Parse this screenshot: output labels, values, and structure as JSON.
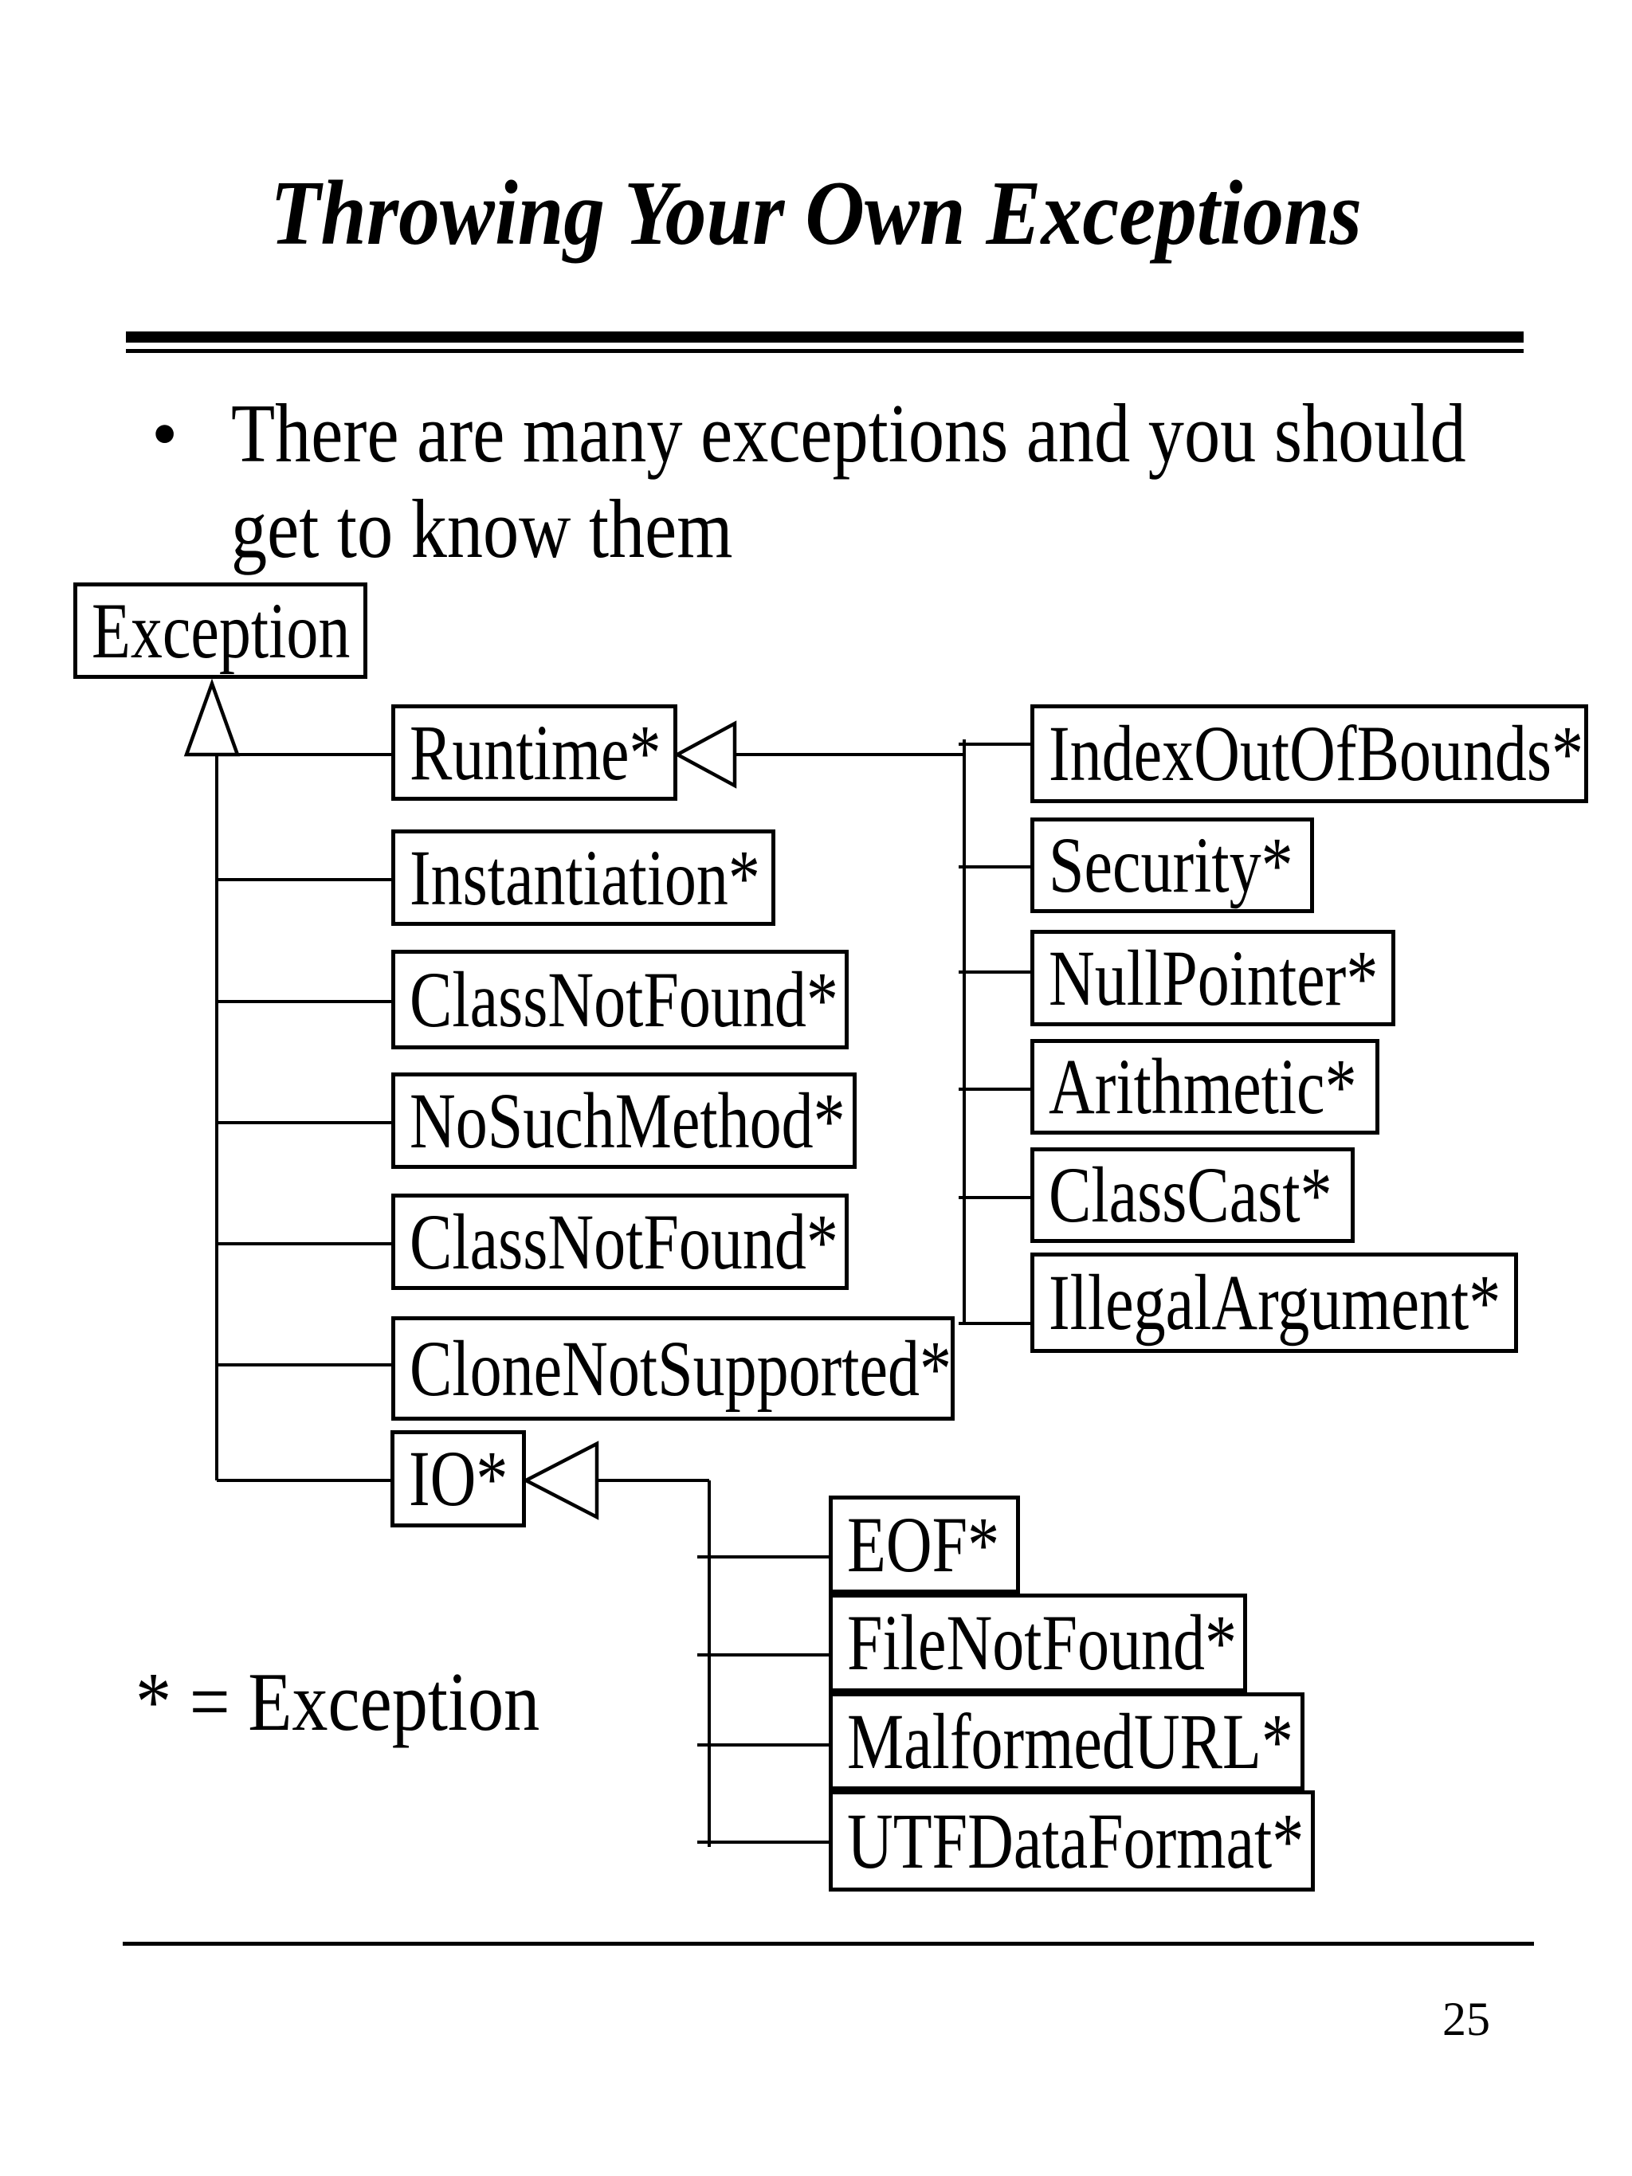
{
  "slide": {
    "title": "Throwing Your Own Exceptions",
    "bullet": {
      "marker": "•",
      "line1": "There are many exceptions and you should",
      "line2": "get to know them"
    },
    "legend": "* = Exception",
    "page_number": "25"
  },
  "colors": {
    "ink": "#000000",
    "paper": "#ffffff"
  },
  "diagram": {
    "nodes": [
      {
        "id": "exception",
        "label": "Exception"
      },
      {
        "id": "runtime",
        "label": "Runtime*"
      },
      {
        "id": "instantiation",
        "label": "Instantiation*"
      },
      {
        "id": "classnotfound-1",
        "label": "ClassNotFound*"
      },
      {
        "id": "nosuchmethod",
        "label": "NoSuchMethod*"
      },
      {
        "id": "classnotfound-2",
        "label": "ClassNotFound*"
      },
      {
        "id": "clonenotsupported",
        "label": "CloneNotSupported*"
      },
      {
        "id": "io",
        "label": "IO*"
      },
      {
        "id": "indexoutofbounds",
        "label": "IndexOutOfBounds*"
      },
      {
        "id": "security",
        "label": "Security*"
      },
      {
        "id": "nullpointer",
        "label": "NullPointer*"
      },
      {
        "id": "arithmetic",
        "label": "Arithmetic*"
      },
      {
        "id": "classcast",
        "label": "ClassCast*"
      },
      {
        "id": "illegalargument",
        "label": "IllegalArgument*"
      },
      {
        "id": "eof",
        "label": "EOF*"
      },
      {
        "id": "filenotfound",
        "label": "FileNotFound*"
      },
      {
        "id": "malformedurl",
        "label": "MalformedURL*"
      },
      {
        "id": "utfdataformat",
        "label": "UTFDataFormat*"
      }
    ]
  }
}
